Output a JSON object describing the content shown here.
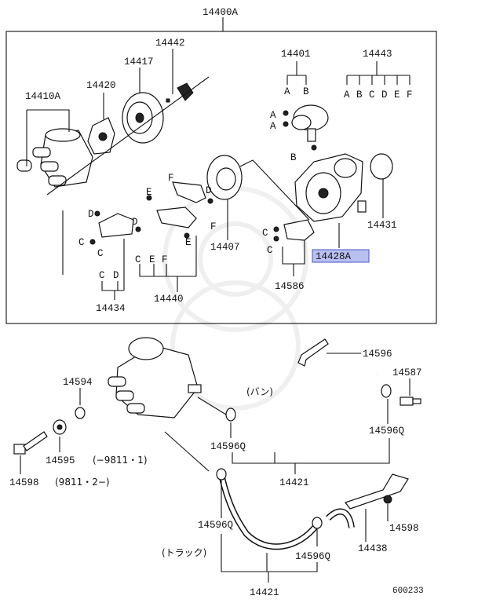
{
  "assembly_label": "14400A",
  "part_labels": {
    "p14442": "14442",
    "p14417": "14417",
    "p14420": "14420",
    "p14410A": "14410A",
    "p14401": "14401",
    "p14443": "14443",
    "p14431": "14431",
    "p14407": "14407",
    "p14428A": "14428A",
    "p14586": "14586",
    "p14434": "14434",
    "p14440": "14440",
    "p14596_top": "14596",
    "p14587": "14587",
    "p14594": "14594",
    "p14596Q_right": "14596Q",
    "p14596Q_left": "14596Q",
    "p14598_left": "14598",
    "p14595": "14595",
    "p14421_top": "14421",
    "p14438": "14438",
    "p14598_right": "14598",
    "p14596Q_mid": "14596Q",
    "p14596Q_low": "14596Q",
    "p14421_bottom": "14421"
  },
  "letters": {
    "A": "A",
    "B": "B",
    "C": "C",
    "D": "D",
    "E": "E",
    "F": "F"
  },
  "notes": {
    "van": "(バン)",
    "truck": "(トラック)",
    "date_before": "(−9811・1)",
    "date_after": "(9811・2−)"
  },
  "diagram_id": "600233",
  "highlight_color": "#b9bff0"
}
